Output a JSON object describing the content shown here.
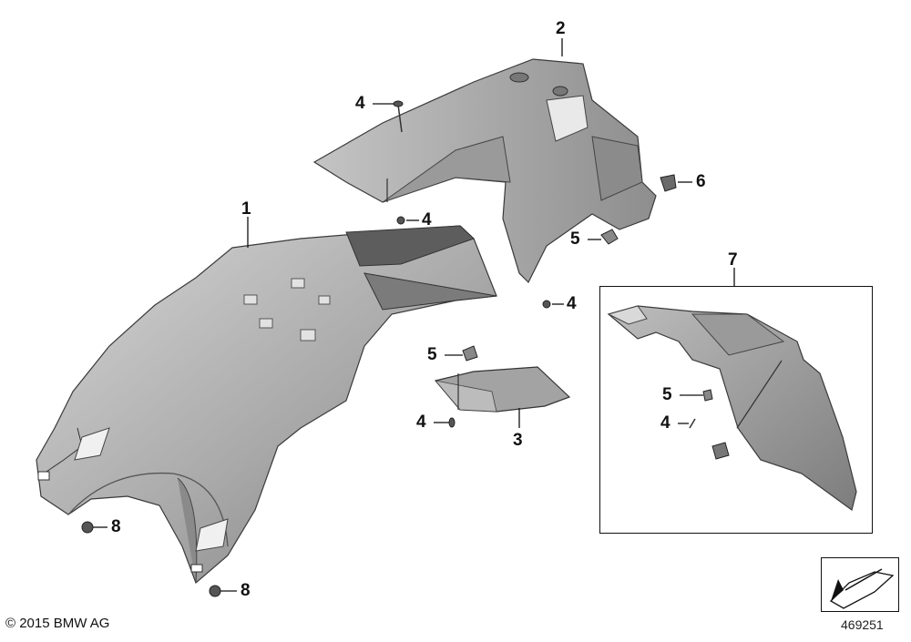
{
  "diagram": {
    "callouts": [
      {
        "id": "c1",
        "text": "1"
      },
      {
        "id": "c2",
        "text": "2"
      },
      {
        "id": "c3",
        "text": "3"
      },
      {
        "id": "c4a",
        "text": "4"
      },
      {
        "id": "c4b",
        "text": "4"
      },
      {
        "id": "c4c",
        "text": "4"
      },
      {
        "id": "c4d",
        "text": "4"
      },
      {
        "id": "c4e",
        "text": "4"
      },
      {
        "id": "c5a",
        "text": "5"
      },
      {
        "id": "c5b",
        "text": "5"
      },
      {
        "id": "c5c",
        "text": "5"
      },
      {
        "id": "c6",
        "text": "6"
      },
      {
        "id": "c7",
        "text": "7"
      },
      {
        "id": "c8a",
        "text": "8"
      },
      {
        "id": "c8b",
        "text": "8"
      }
    ],
    "copyright": "© 2015 BMW AG",
    "reference_number": "469251"
  },
  "colors": {
    "part_light": "#c9c9c9",
    "part_mid": "#a8a8a8",
    "part_dark": "#6f6f6f",
    "outline": "#3a3a3a",
    "text": "#111111"
  }
}
